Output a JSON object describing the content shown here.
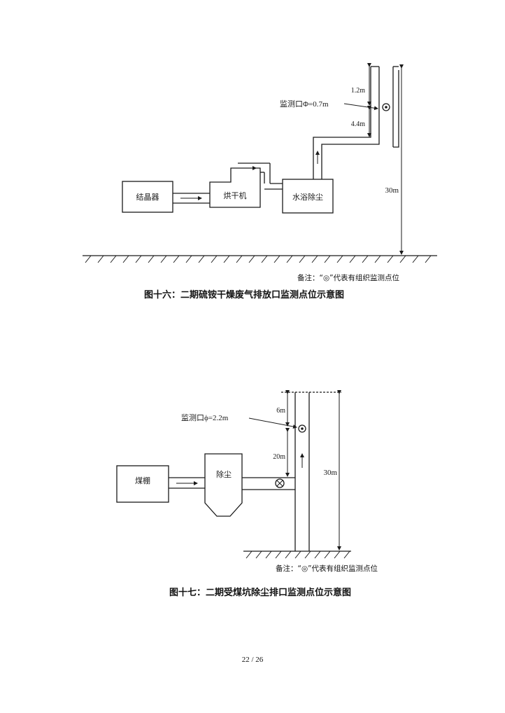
{
  "figure16": {
    "boxes": {
      "crystallizer": "结晶器",
      "dryer": "烘干机",
      "water_bath": "水浴除尘"
    },
    "port_label": "监测口Φ=0.7m",
    "dim_top": "1.2m",
    "dim_mid": "4.4m",
    "dim_total": "30m",
    "note": "备注：“◎”代表有组织监测点位",
    "caption": "图十六：二期硫铵干燥废气排放口监测点位示意图"
  },
  "figure17": {
    "boxes": {
      "coal_shed": "煤棚",
      "dust_removal": "除尘"
    },
    "port_label": "监测口ϕ=2.2m",
    "dim_top": "6m",
    "dim_mid": "20m",
    "dim_total": "30m",
    "note": "备注：“◎”代表有组织监测点位",
    "caption": "图十七：二期受煤坑除尘排口监测点位示意图"
  },
  "page_number": "22 / 26"
}
